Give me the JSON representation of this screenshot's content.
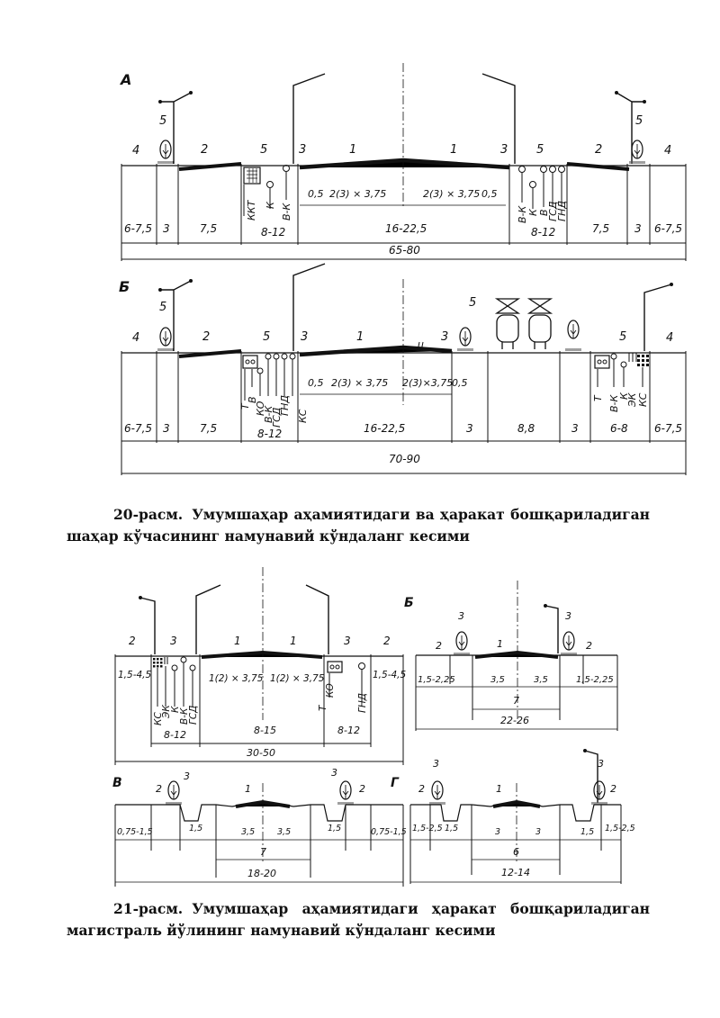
{
  "fig20": {
    "A": {
      "letter": "А",
      "zones": [
        "4",
        "5",
        "2",
        "5",
        "3",
        "1",
        "1",
        "3",
        "5",
        "2",
        "5",
        "4"
      ],
      "lanes": [
        "0,5",
        "2(3) × 3,75",
        "2(3) × 3,75",
        "0,5"
      ],
      "equip_left": [
        "ККТ",
        "К",
        "В-К"
      ],
      "equip_right": [
        "В-К",
        "К",
        "В",
        "ГСД",
        "ГНД"
      ],
      "dims": [
        "6-7,5",
        "3",
        "7,5",
        "8-12",
        "16-22,5",
        "8-12",
        "7,5",
        "3",
        "6-7,5"
      ],
      "total": "65-80"
    },
    "B": {
      "letter": "Б",
      "zones": [
        "4",
        "5",
        "2",
        "5",
        "3",
        "1",
        "3",
        "5",
        "5",
        "4"
      ],
      "lanes": [
        "0,5",
        "2(3) × 3,75",
        "2(3)×3,75",
        "0,5"
      ],
      "equip_left": [
        "Т",
        "В",
        "КО",
        "В-К",
        "ГСД",
        "ГНД",
        "КС"
      ],
      "equip_right": [
        "Т",
        "В-К",
        "К",
        "ЭК",
        "КС"
      ],
      "dims": [
        "6-7,5",
        "3",
        "7,5",
        "8-12",
        "16-22,5",
        "3",
        "8,8",
        "3",
        "6-8",
        "6-7,5"
      ],
      "total": "70-90"
    },
    "caption": {
      "number": "20-расм.",
      "text": "Умумшаҳар аҳамиятидаги ва ҳаракат бошқариладиган шаҳар кўчасининг намунавий кўндаланг кесими"
    }
  },
  "fig21": {
    "A": {
      "zones": [
        "2",
        "3",
        "1",
        "1",
        "3",
        "2"
      ],
      "lanes": [
        "1(2) × 3,75",
        "1(2) × 3,75"
      ],
      "equip_left": [
        "КС",
        "ЭК",
        "К",
        "В-К",
        "ГСД"
      ],
      "equip_right": [
        "Т",
        "КО",
        "ГНД"
      ],
      "dims": [
        "1,5-4,5",
        "8-12",
        "8-15",
        "8-12",
        "1,5-4,5"
      ],
      "total": "30-50"
    },
    "B": {
      "letter": "Б",
      "zones": [
        "3",
        "3",
        "2",
        "1",
        "2"
      ],
      "dims": [
        "1,5-2,25",
        "3,5",
        "3,5",
        "1,5-2,25"
      ],
      "carriage": "7",
      "total": "22-26"
    },
    "V": {
      "letter": "В",
      "zones": [
        "2",
        "3",
        "1",
        "3",
        "2"
      ],
      "dims": [
        "0,75-1,5",
        "1,5",
        "3,5",
        "3,5",
        "1,5",
        "0,75-1,5"
      ],
      "carriage": "7",
      "total": "18-20"
    },
    "G": {
      "letter": "Г",
      "zones": [
        "2",
        "3",
        "1",
        "3",
        "2"
      ],
      "dims": [
        "1,5-2,5",
        "1,5",
        "3",
        "3",
        "1,5",
        "1,5-2,5"
      ],
      "carriage": "6",
      "total": "12-14"
    },
    "caption": {
      "number": "21-расм.",
      "text": "Умумшаҳар аҳамиятидаги ҳаракат бошқариладиган магистраль йўлининг намунавий кўндаланг кесими"
    }
  }
}
